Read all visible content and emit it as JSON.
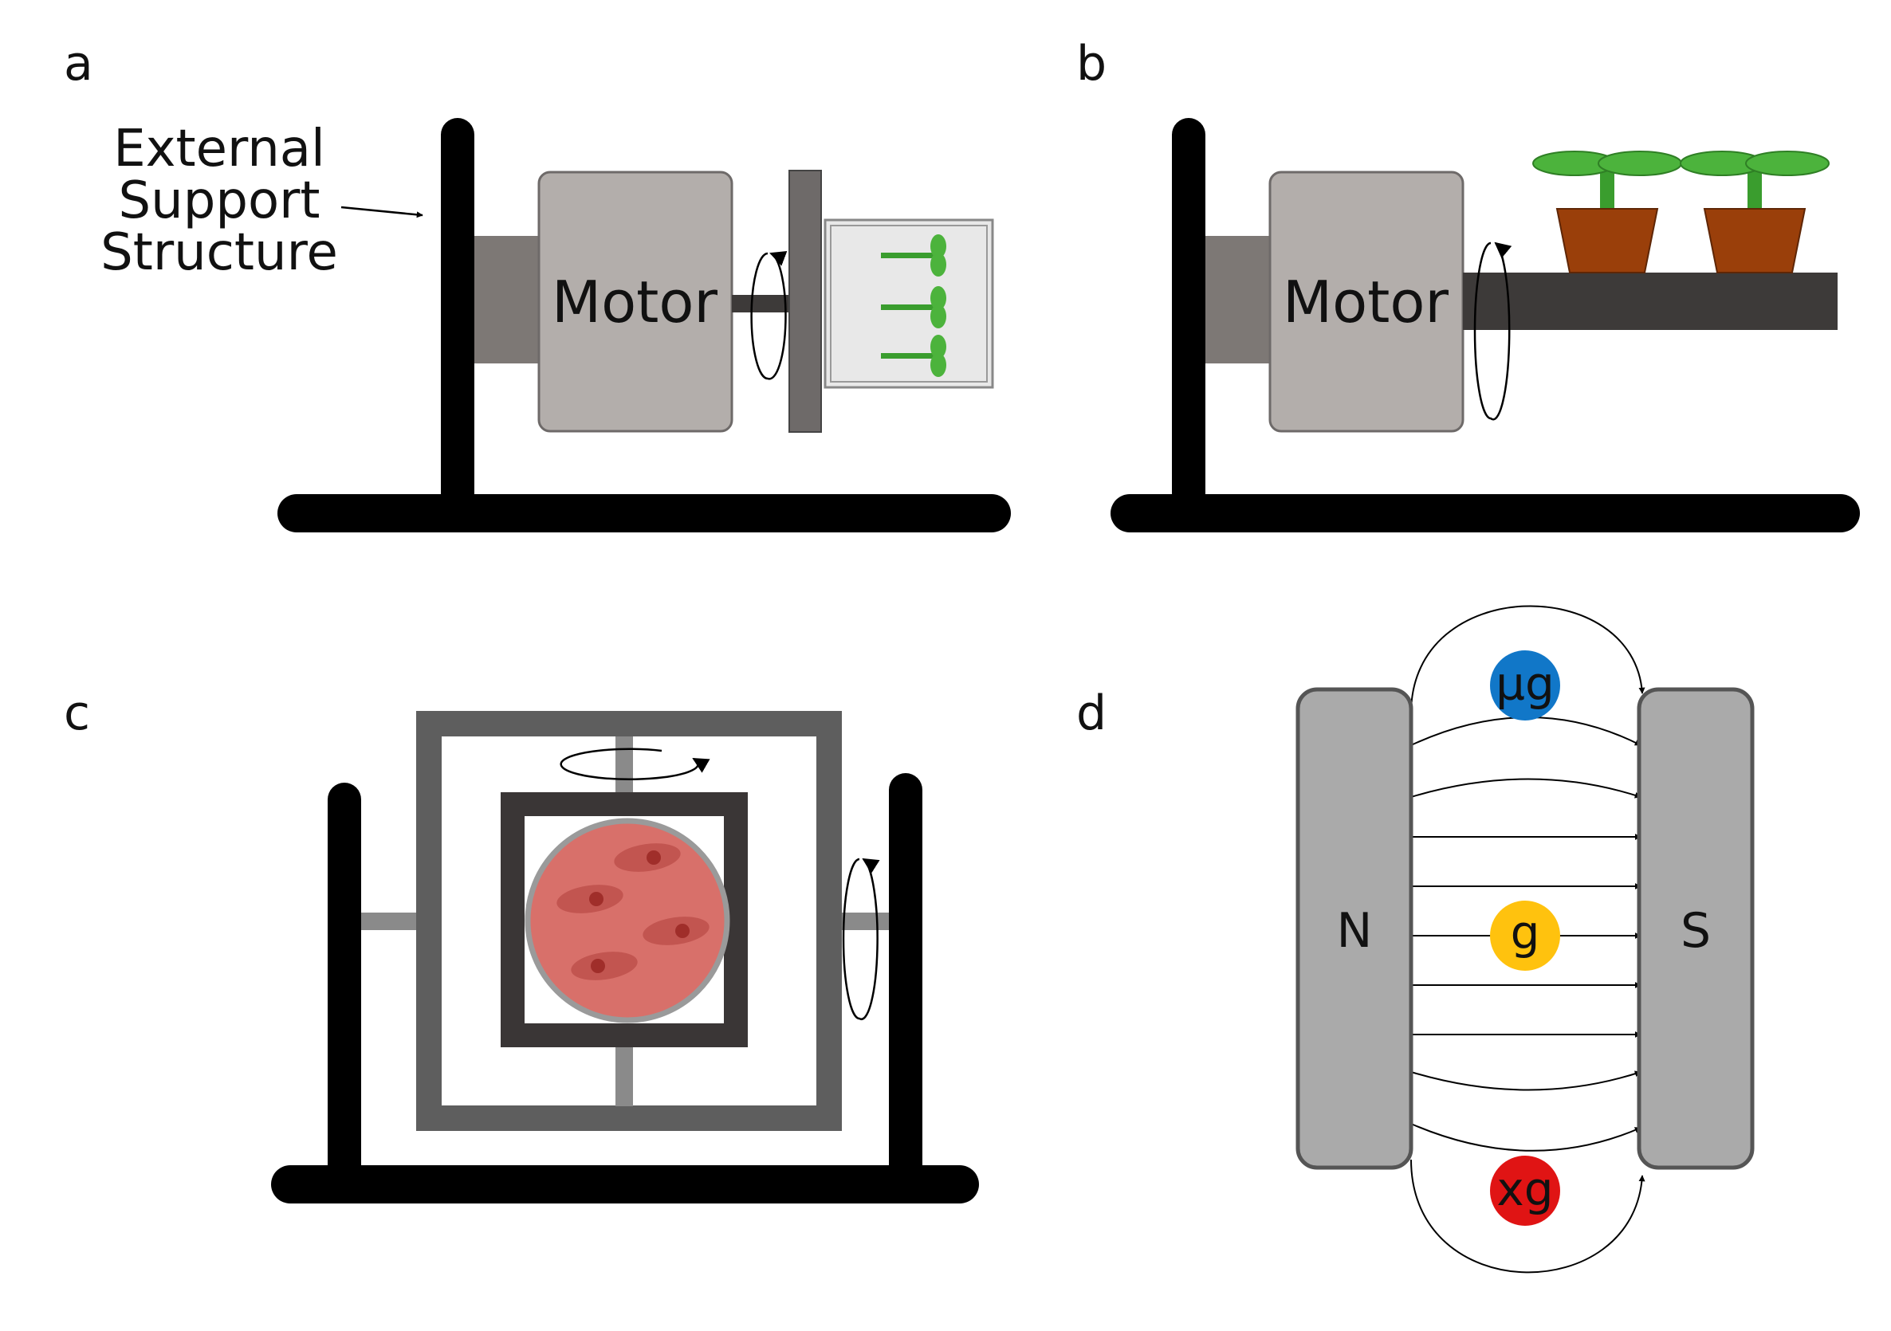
{
  "panels": {
    "a": {
      "letter": "a",
      "callout_lines": [
        "External",
        "Support",
        "Structure"
      ],
      "motor_label": "Motor"
    },
    "b": {
      "letter": "b",
      "motor_label": "Motor"
    },
    "c": {
      "letter": "c"
    },
    "d": {
      "letter": "d",
      "north_label": "N",
      "south_label": "S",
      "zones": [
        {
          "label": "µg",
          "color": "#1177C8"
        },
        {
          "label": "g",
          "color": "#FFC20E"
        },
        {
          "label": "xg",
          "color": "#E01414"
        }
      ]
    }
  },
  "colors": {
    "frame": "#000000",
    "motor_body": "#B3AEAB",
    "motor_mount": "#7D7875",
    "shaft": "#3D3A39",
    "plate": "#6E6A69",
    "plant_green": "#3A9D2E",
    "plant_leaf": "#4CB33C",
    "pot": "#9A3F0A",
    "dish": "#D8706A",
    "cell": "#B7403C",
    "outer_gimbal": "#5E5E5E",
    "inner_gimbal": "#3A3636",
    "magnet": "#AAAAAA"
  }
}
